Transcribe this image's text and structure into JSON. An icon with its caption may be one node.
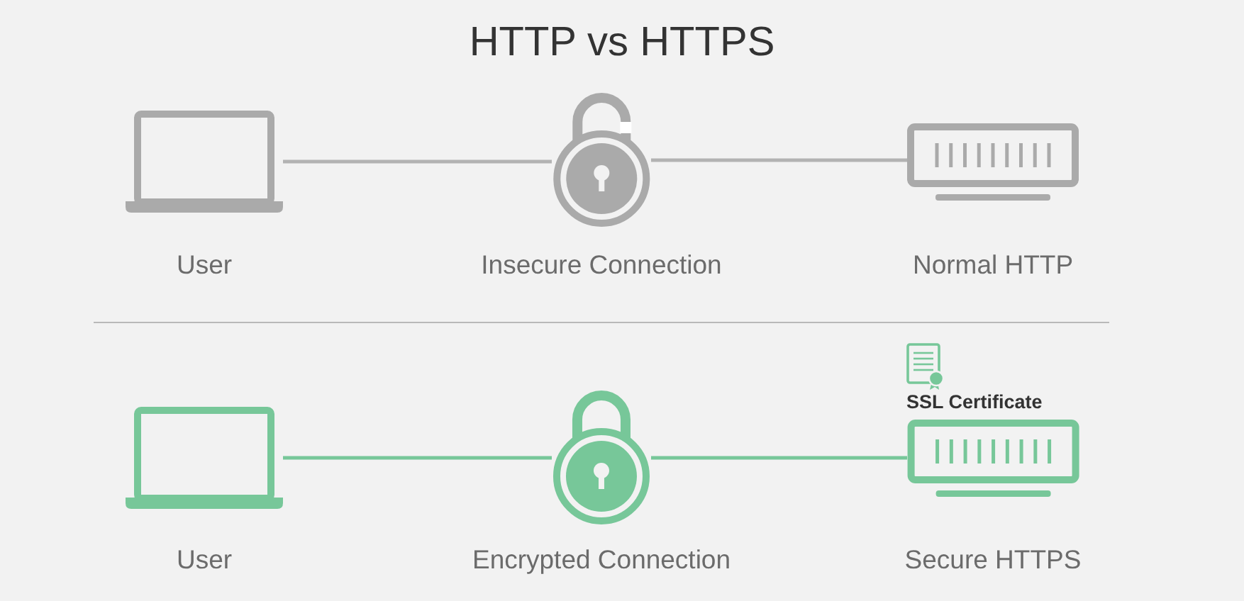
{
  "diagram": {
    "title": "HTTP vs HTTPS",
    "nodes": [
      {
        "text": [
          "User"
        ]
      },
      {
        "text": [
          "Insecure Connection"
        ]
      },
      {
        "text": [
          "Normal HTTP"
        ]
      },
      {
        "text": [
          "User"
        ]
      },
      {
        "text": [
          "Encrypted Connection"
        ]
      },
      {
        "text": [
          "Secure HTTPS"
        ],
        "beside": [
          "SSL Certificate"
        ]
      }
    ],
    "edges": [
      {
        "from": 0,
        "to": 1,
        "arrow": "none",
        "color": "#b3b3b3"
      },
      {
        "from": 1,
        "to": 2,
        "arrow": "none",
        "color": "#b3b3b3"
      },
      {
        "from": 3,
        "to": 4,
        "arrow": "none",
        "color": "#77c799"
      },
      {
        "from": 4,
        "to": 5,
        "arrow": "none",
        "color": "#77c799"
      }
    ]
  }
}
